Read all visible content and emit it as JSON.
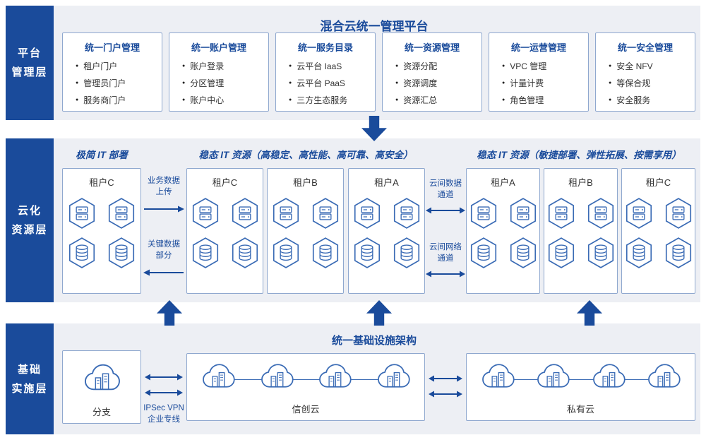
{
  "colors": {
    "primary_blue": "#1a4b9b",
    "band_background": "#edeff4",
    "box_border": "#8fa8cf",
    "icon_blue": "#3a6bb5",
    "text_dark": "#333333"
  },
  "platform_layer": {
    "label_lines": [
      "平台",
      "管理层"
    ],
    "title": "混合云统一管理平台",
    "modules": [
      {
        "title": "统一门户管理",
        "items": [
          "租户门户",
          "管理员门户",
          "服务商门户"
        ]
      },
      {
        "title": "统一账户管理",
        "items": [
          "账户登录",
          "分区管理",
          "账户中心"
        ]
      },
      {
        "title": "统一服务目录",
        "items": [
          "云平台 IaaS",
          "云平台 PaaS",
          "三方生态服务"
        ]
      },
      {
        "title": "统一资源管理",
        "items": [
          "资源分配",
          "资源调度",
          "资源汇总"
        ]
      },
      {
        "title": "统一运营管理",
        "items": [
          "VPC 管理",
          "计量计费",
          "角色管理"
        ]
      },
      {
        "title": "统一安全管理",
        "items": [
          "安全 NFV",
          "等保合规",
          "安全服务"
        ]
      }
    ]
  },
  "cloud_layer": {
    "label_lines": [
      "云化",
      "资源层"
    ],
    "header_left": "极简 IT 部署",
    "header_center": "稳态 IT 资源（高稳定、高性能、高可靠、高安全）",
    "header_right": "稳态 IT 资源（敏捷部署、弹性拓展、按需享用）",
    "edge_tenant_label": "租户C",
    "center_tenants": [
      "租户C",
      "租户B",
      "租户A"
    ],
    "right_tenants": [
      "租户A",
      "租户B",
      "租户C"
    ],
    "flow_upload_lines": [
      "业务数据",
      "上传"
    ],
    "flow_critical_lines": [
      "关键数据",
      "部分"
    ],
    "channel_data_lines": [
      "云间数据",
      "通道"
    ],
    "channel_network_lines": [
      "云间网络",
      "通道"
    ]
  },
  "infra_layer": {
    "label_lines": [
      "基础",
      "实施层"
    ],
    "title": "统一基础设施架构",
    "branch_label": "分支",
    "xinchuang_label": "信创云",
    "private_label": "私有云",
    "vpn_lines": [
      "IPSec VPN",
      "企业专线"
    ]
  }
}
